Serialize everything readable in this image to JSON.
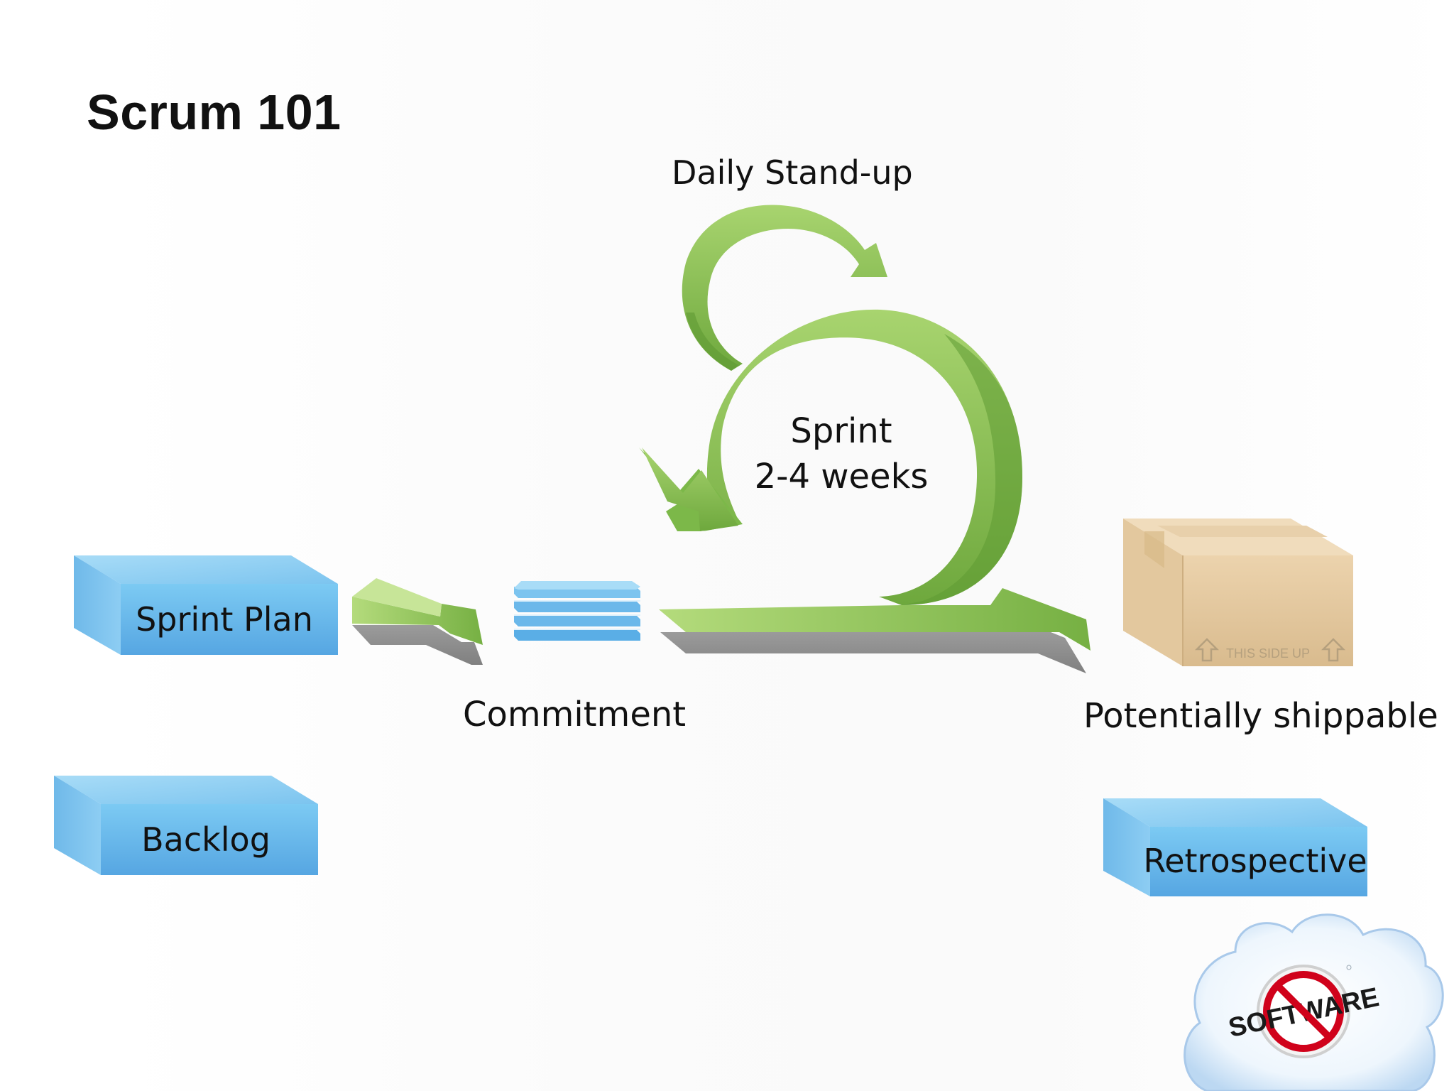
{
  "slide": {
    "title": "Scrum 101"
  },
  "diagram": {
    "daily_standup_label": "Daily Stand-up",
    "sprint_label_line1": "Sprint",
    "sprint_label_line2": "2-4 weeks",
    "commitment_label": "Commitment",
    "shippable_label": "Potentially shippable",
    "sprint_plan_box": "Sprint Plan",
    "backlog_box": "Backlog",
    "retrospective_box": "Retrospective",
    "package_stamp": "THIS SIDE UP"
  },
  "logo": {
    "text": "SOFTWARE",
    "icon": "no-software-logo"
  },
  "colors": {
    "arrow_green": "#8cc152",
    "box_blue": "#6bb8ea",
    "package_tan": "#e6cba3",
    "no_symbol_red": "#d0021b"
  }
}
